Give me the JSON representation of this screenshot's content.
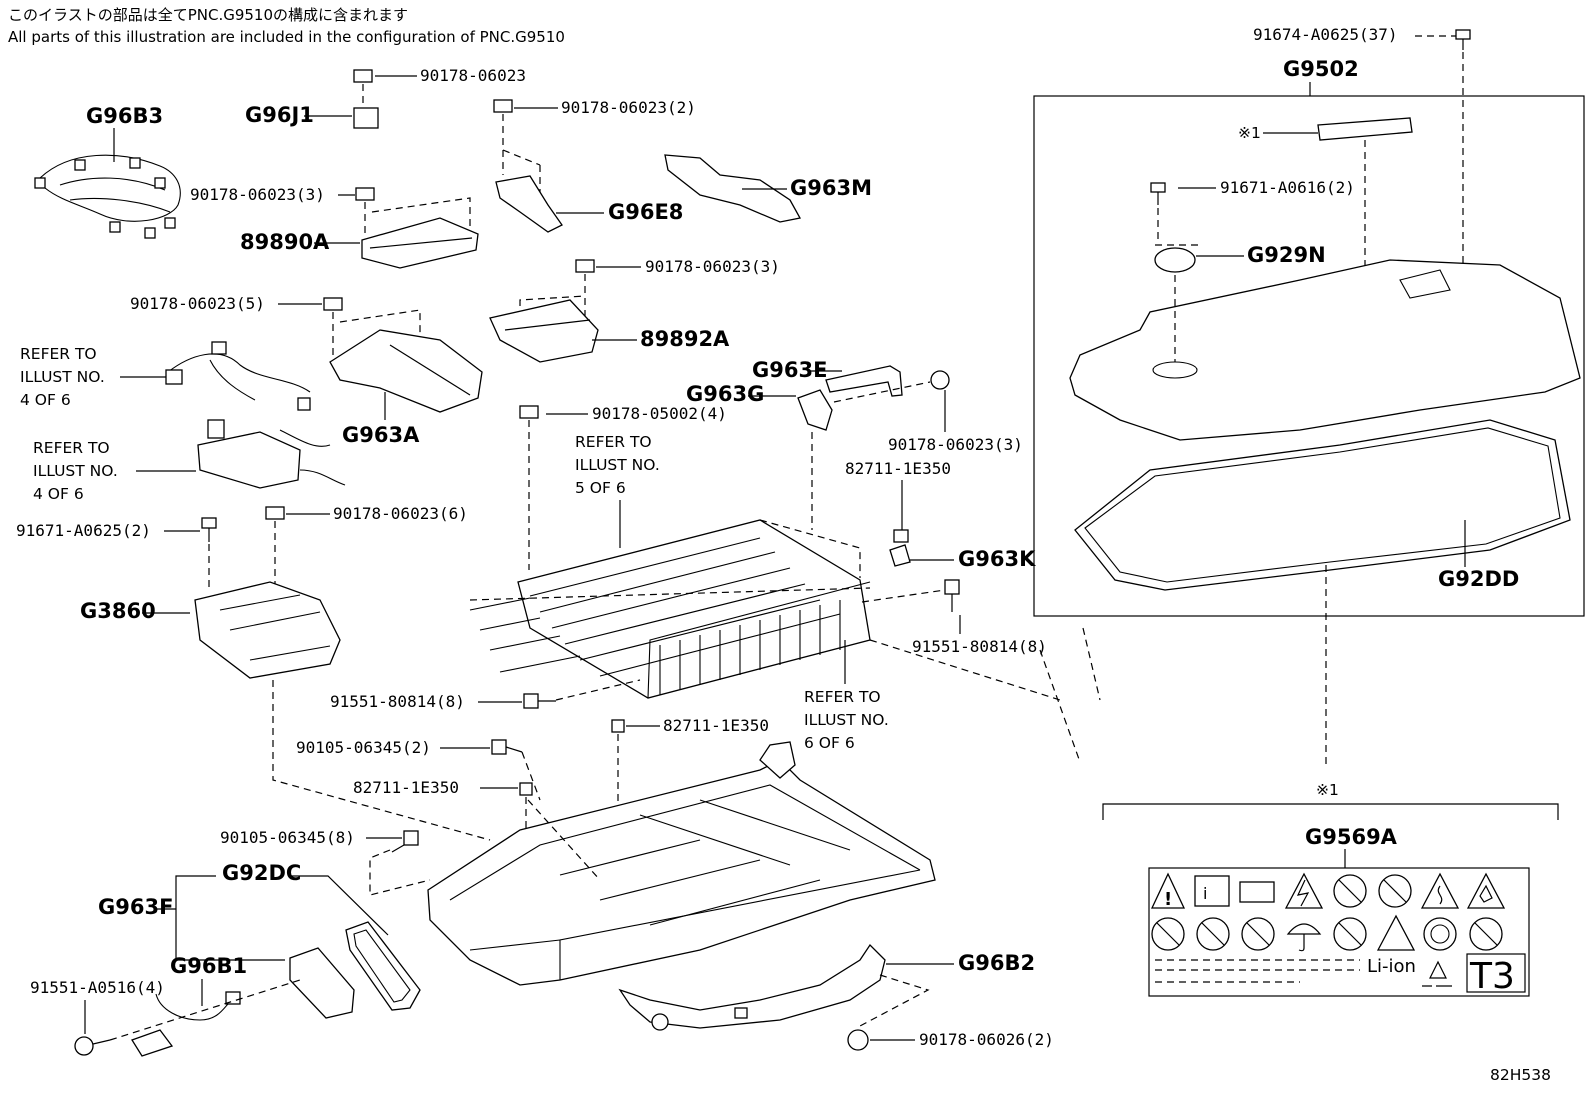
{
  "header": {
    "jp": "このイラストの部品は全てPNC.G9510の構成に含まれます",
    "en": "All parts of this illustration are included in the configuration of PNC.G9510"
  },
  "labels": {
    "p_91674_a0625_37": "91674-A0625(37)",
    "g9502": "G9502",
    "mark1_top": "※1",
    "p_91671_a0616_2": "91671-A0616(2)",
    "g929n": "G929N",
    "g92dd": "G92DD",
    "mark1_bottom": "※1",
    "g9569a": "G9569A",
    "g96b3": "G96B3",
    "g96j1": "G96J1",
    "p_90178_06023": "90178-06023",
    "p_90178_06023_2": "90178-06023(2)",
    "p_90178_06023_3a": "90178-06023(3)",
    "g96e8": "G96E8",
    "g963m": "G963M",
    "p89890a": "89890A",
    "p_90178_06023_3b": "90178-06023(3)",
    "p89892a": "89892A",
    "p_90178_06023_5": "90178-06023(5)",
    "g963a": "G963A",
    "g963e": "G963E",
    "g963g": "G963G",
    "p_90178_05002_4": "90178-05002(4)",
    "p_90178_06023_3c": "90178-06023(3)",
    "p_82711_1e350_a": "82711-1E350",
    "g963k": "G963K",
    "p_91671_a0625_2": "91671-A0625(2)",
    "p_90178_06023_6": "90178-06023(6)",
    "g3860": "G3860",
    "p_91551_80814_8a": "91551-80814(8)",
    "p_91551_80814_8b": "91551-80814(8)",
    "p_82711_1e350_b": "82711-1E350",
    "p_90105_06345_2": "90105-06345(2)",
    "p_82711_1e350_c": "82711-1E350",
    "p_90105_06345_8": "90105-06345(8)",
    "g92dc": "G92DC",
    "g963f": "G963F",
    "g96b1": "G96B1",
    "p_91551_a0516_4": "91551-A0516(4)",
    "g96b2": "G96B2",
    "p_90178_06026_2": "90178-06026(2)",
    "illust_code": "82H538"
  },
  "refer_notes": [
    {
      "line1": "REFER TO",
      "line2": "ILLUST NO.",
      "line3": "4 OF 6"
    },
    {
      "line1": "REFER TO",
      "line2": "ILLUST NO.",
      "line3": "4 OF 6"
    },
    {
      "line1": "REFER TO",
      "line2": "ILLUST NO.",
      "line3": "5 OF 6"
    },
    {
      "line1": "REFER TO",
      "line2": "ILLUST NO.",
      "line3": "6 OF 6"
    }
  ],
  "warning_label": {
    "battery_type": "Li-ion",
    "class": "T3",
    "icons": [
      "warning-triangle-icon",
      "manual-book-icon",
      "battery-icon",
      "electric-hazard-icon",
      "no-touch-icon",
      "no-disassemble-icon",
      "flammable-icon",
      "explosive-icon",
      "no-fire-icon",
      "no-short-circuit-icon",
      "no-water-icon",
      "umbrella-icon",
      "no-drop-icon",
      "corrosive-icon",
      "no-children-icon",
      "no-hands-icon",
      "recycle-icon"
    ]
  }
}
